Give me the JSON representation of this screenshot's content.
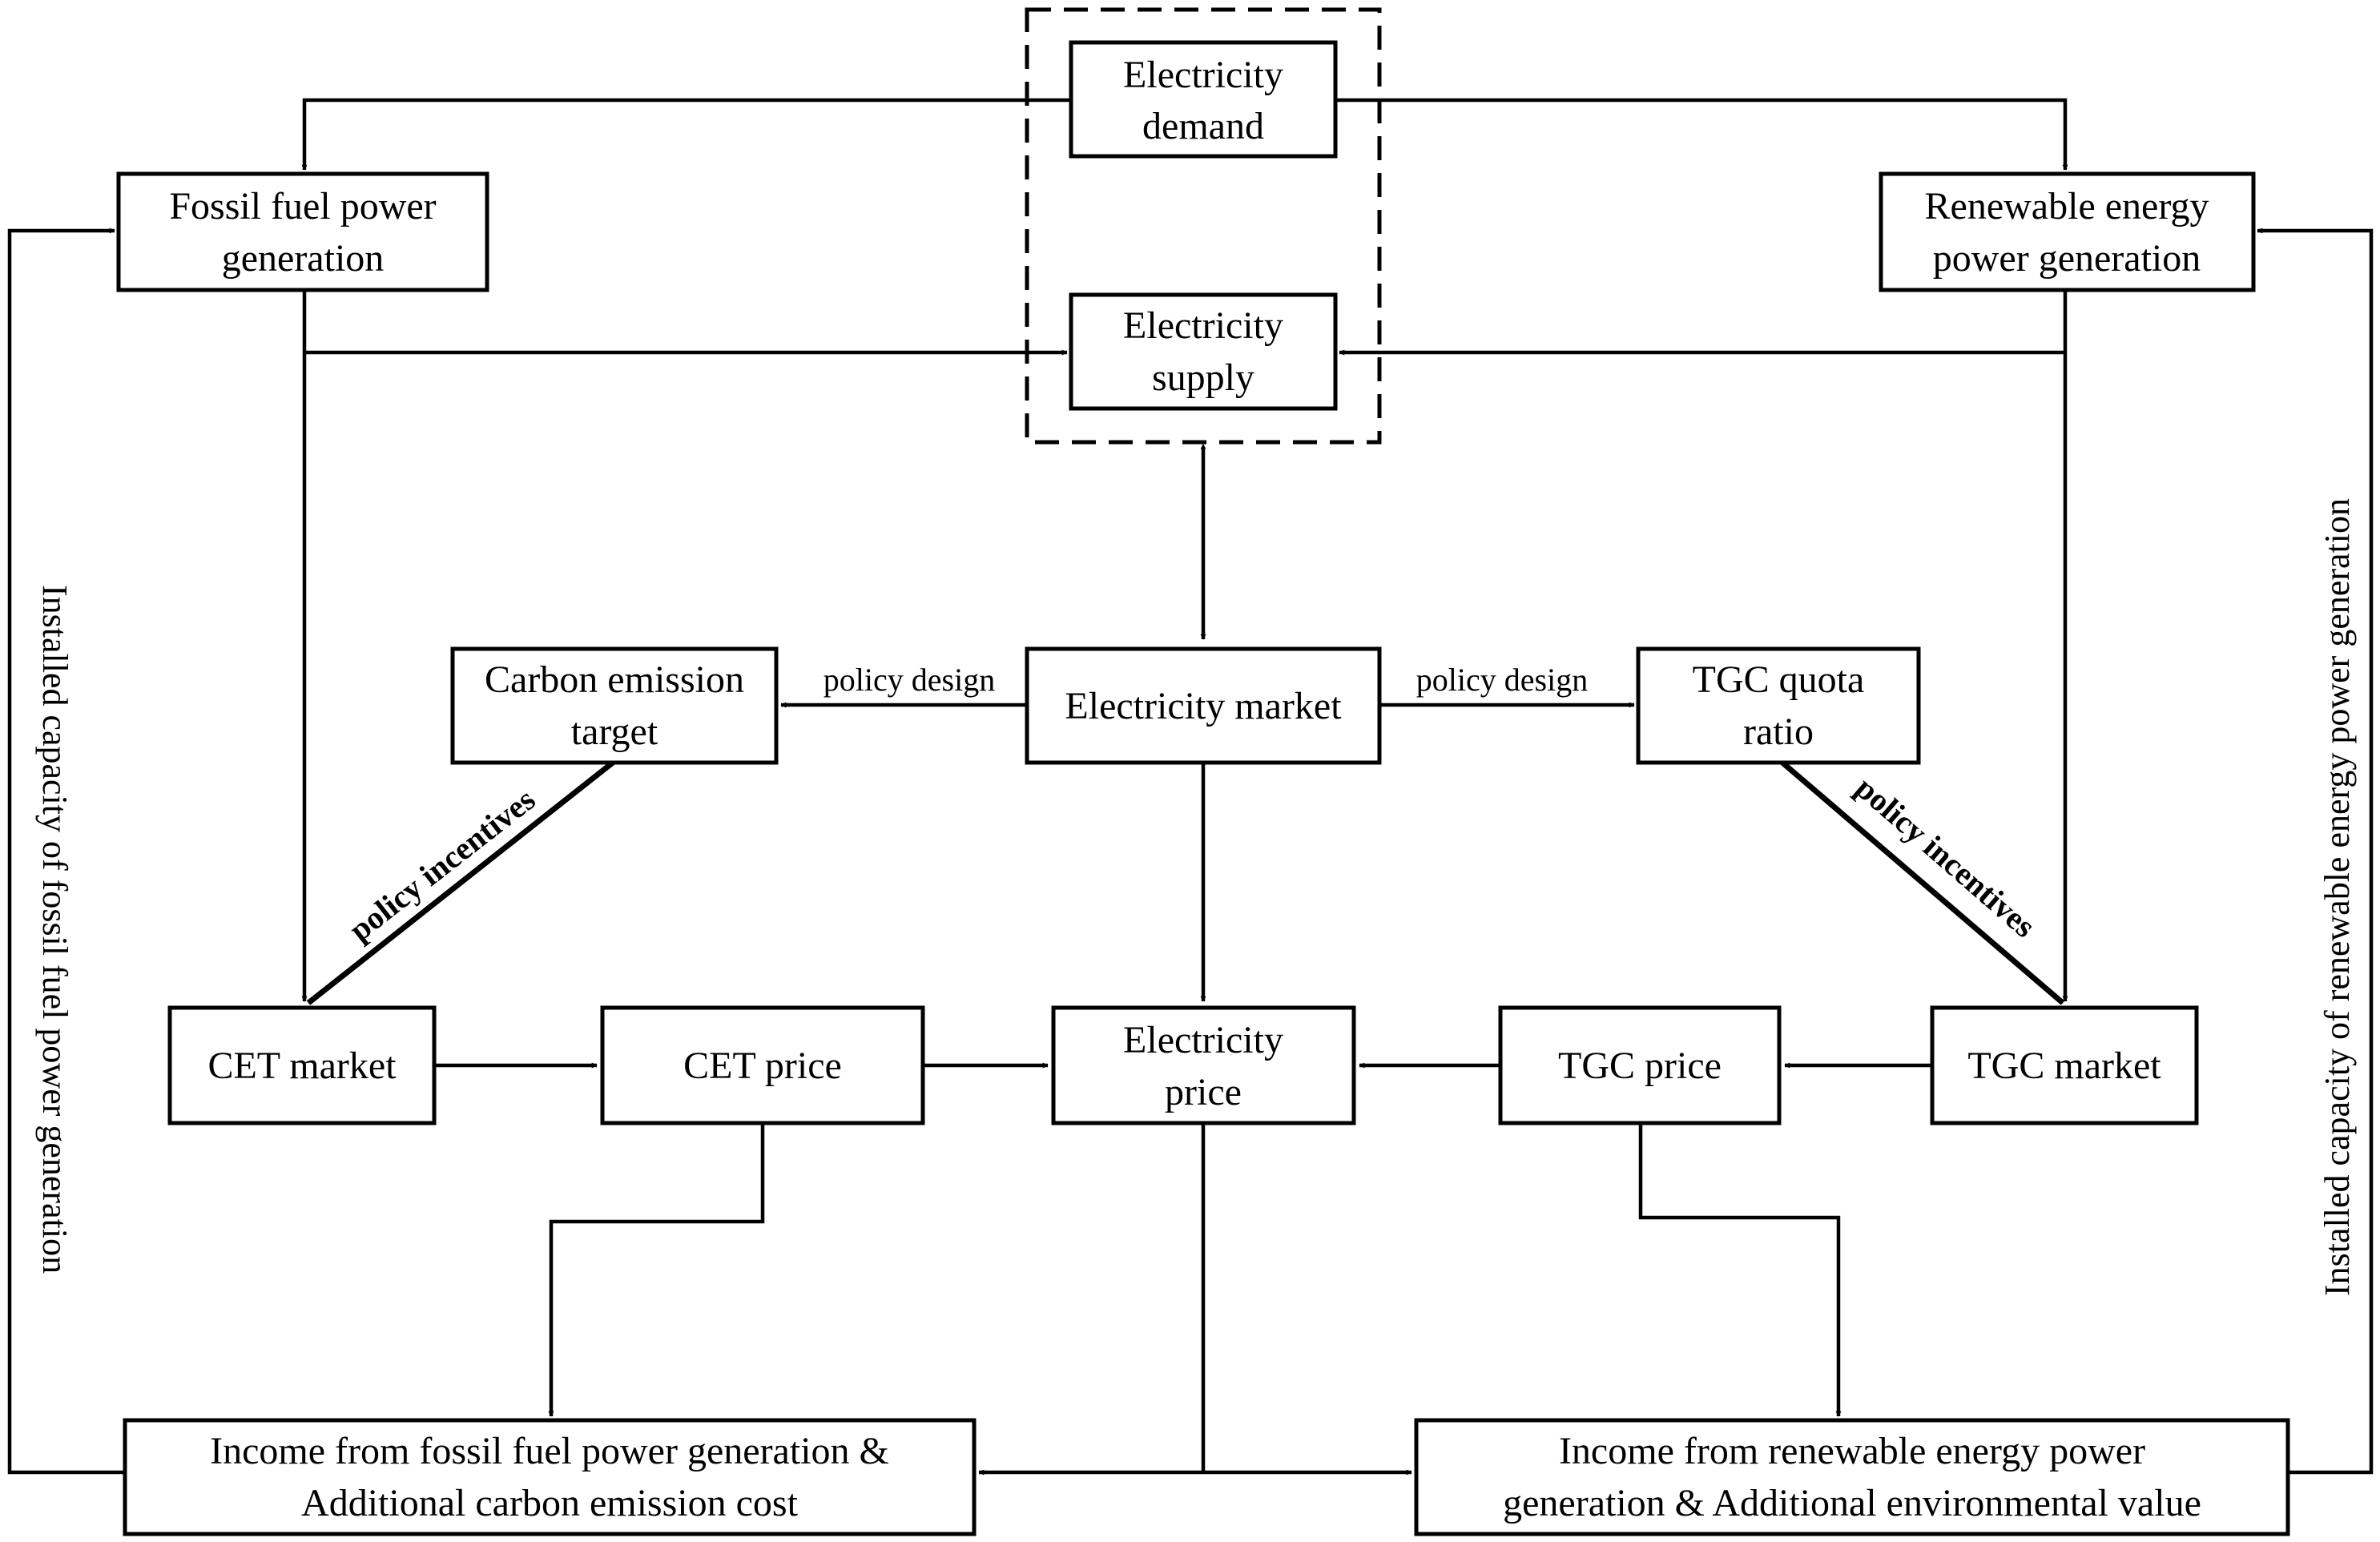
{
  "nodes": {
    "electricity_demand": [
      "Electricity",
      "demand"
    ],
    "electricity_supply": [
      "Electricity",
      "supply"
    ],
    "fossil_generation": [
      "Fossil fuel power",
      "generation"
    ],
    "renewable_generation": [
      "Renewable energy",
      "power generation"
    ],
    "carbon_target": [
      "Carbon emission",
      "target"
    ],
    "electricity_market": [
      "Electricity market"
    ],
    "tgc_quota": [
      "TGC quota",
      "ratio"
    ],
    "cet_market": [
      "CET market"
    ],
    "cet_price": [
      "CET price"
    ],
    "electricity_price": [
      "Electricity",
      "price"
    ],
    "tgc_price": [
      "TGC price"
    ],
    "tgc_market": [
      "TGC market"
    ],
    "fossil_income": [
      "Income from fossil fuel power generation &",
      "Additional carbon emission cost"
    ],
    "renewable_income": [
      "Income from renewable energy power",
      "generation & Additional environmental value"
    ]
  },
  "edge_labels": {
    "policy_design_left": "policy design",
    "policy_design_right": "policy design",
    "policy_incentives_left": "policy incentives",
    "policy_incentives_right": "policy incentives",
    "side_left": "Installed capacity of fossil fuel power generation",
    "side_right": "Installed capacity of renewable energy power generation"
  }
}
